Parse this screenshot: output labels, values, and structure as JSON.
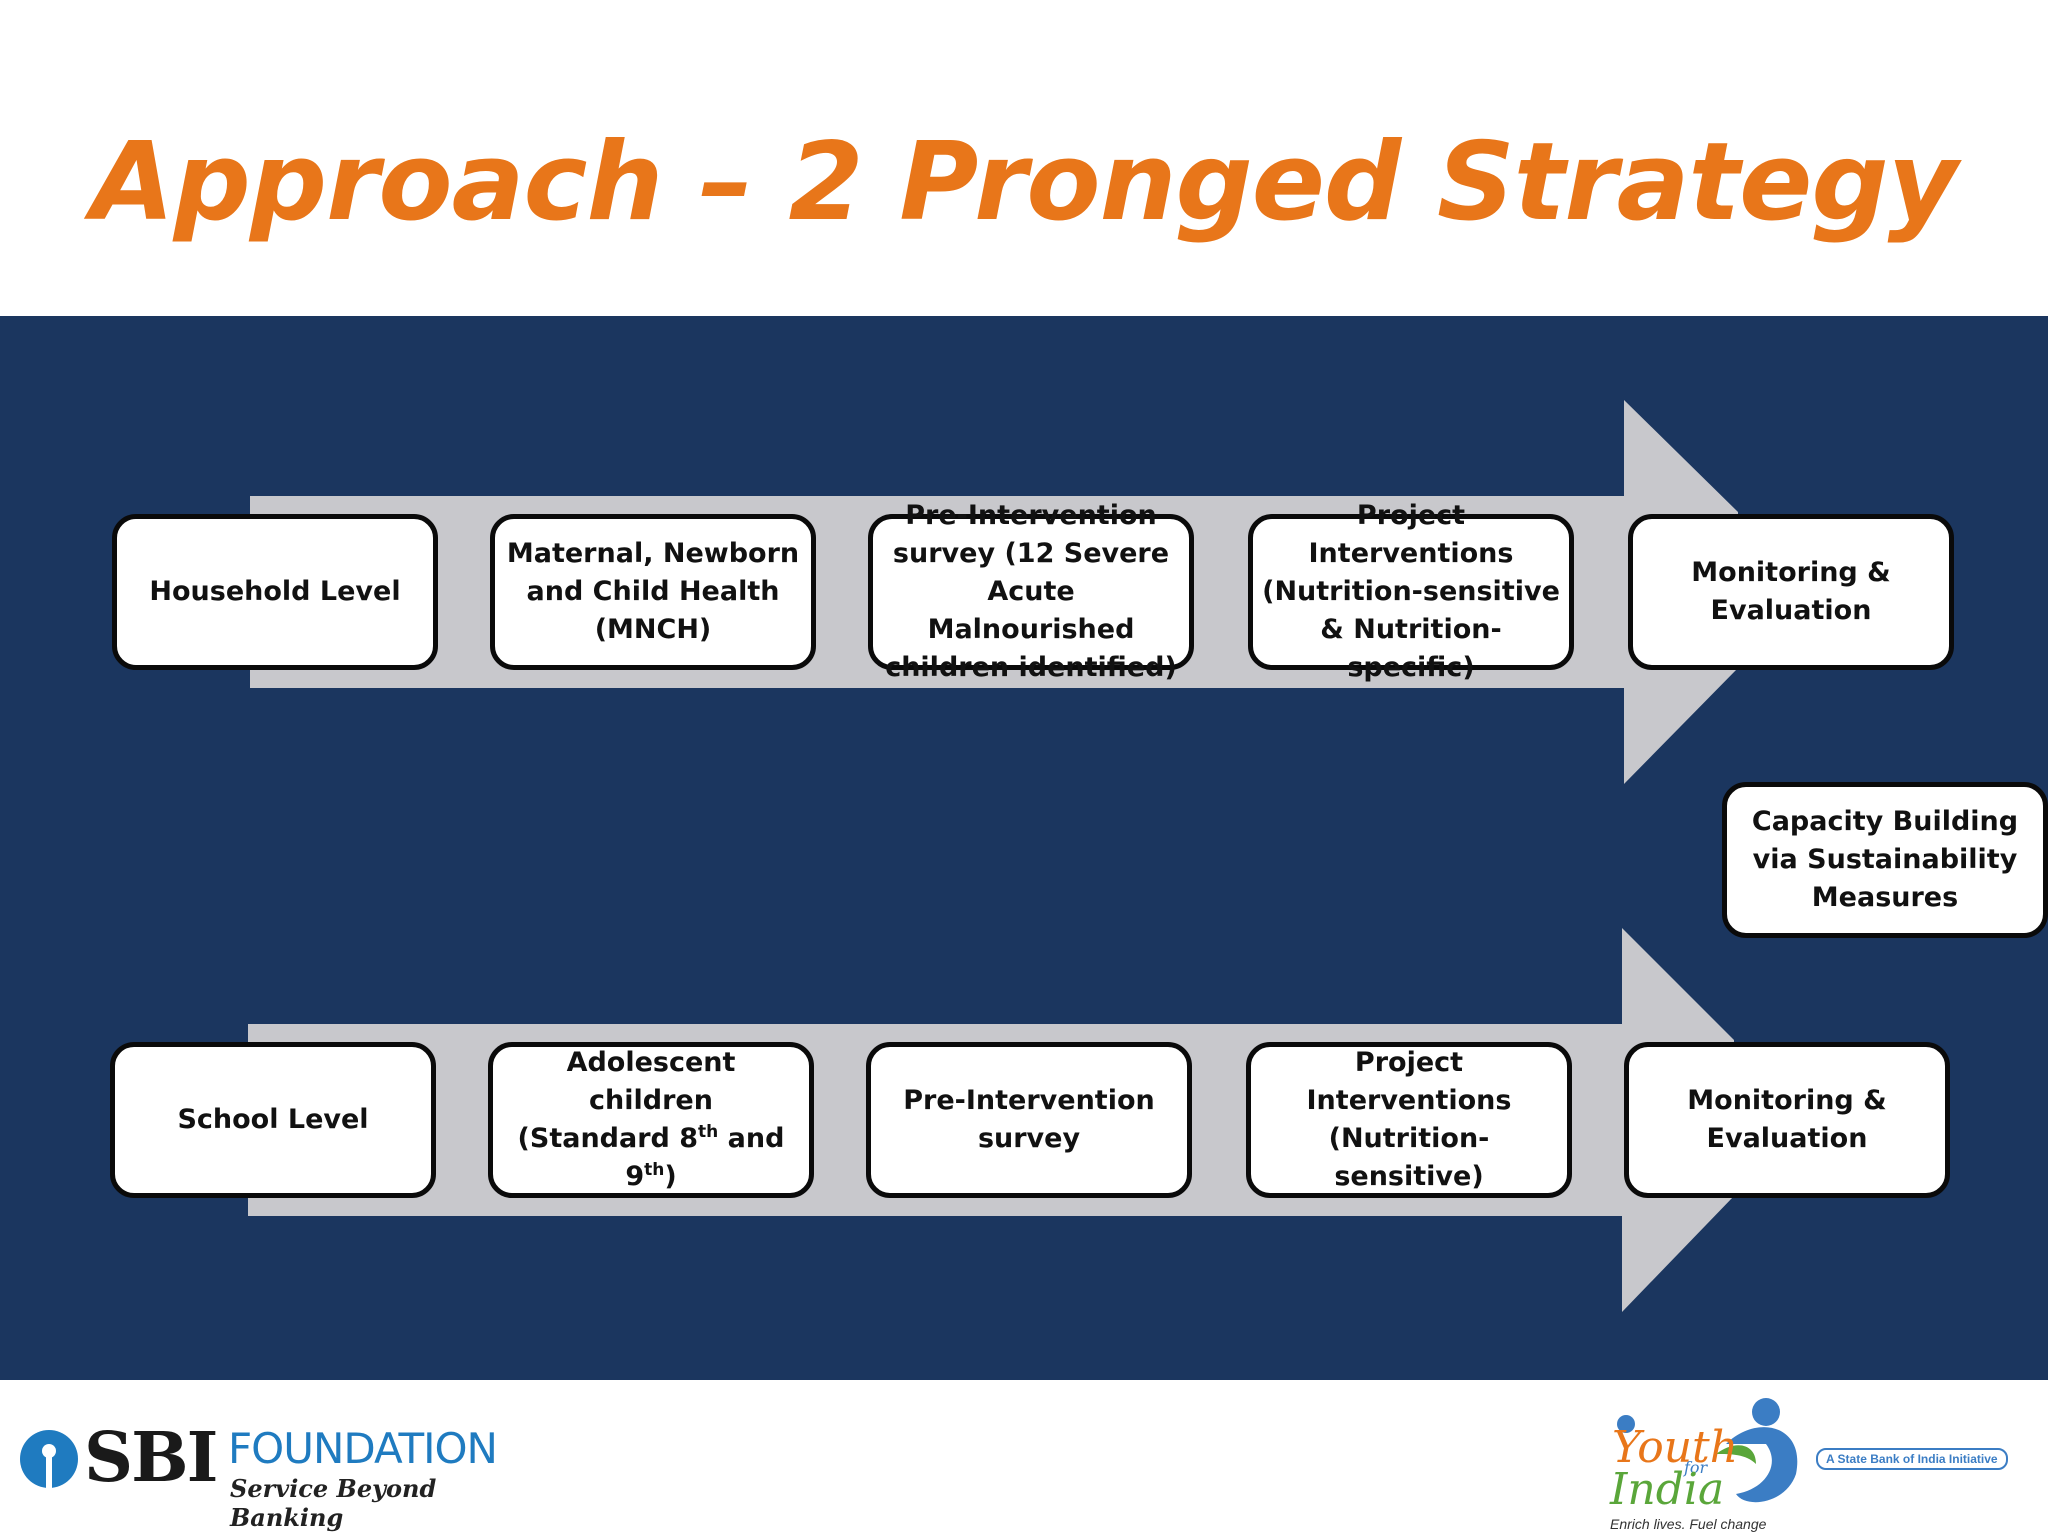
{
  "title": "Approach – 2 Pronged Strategy",
  "rows": [
    {
      "boxes": [
        {
          "lines": [
            "Household Level"
          ]
        },
        {
          "lines": [
            "Maternal, Newborn",
            "and Child Health",
            "(MNCH)"
          ]
        },
        {
          "lines": [
            "Pre-Intervention",
            "survey (12 Severe",
            "Acute Malnourished",
            "children identified)"
          ]
        },
        {
          "lines": [
            "Project",
            "Interventions",
            "(Nutrition-sensitive",
            "& Nutrition-specific)"
          ]
        },
        {
          "lines": [
            "Monitoring &",
            "Evaluation"
          ]
        }
      ]
    },
    {
      "boxes": [
        {
          "lines": [
            "School Level"
          ]
        },
        {
          "lines": [
            "Adolescent children",
            "(Standard 8",
            "th",
            " and",
            "9",
            "th",
            ")"
          ]
        },
        {
          "lines": [
            "Pre-Intervention",
            "survey"
          ]
        },
        {
          "lines": [
            "Project",
            "Interventions",
            "(Nutrition-sensitive)"
          ]
        },
        {
          "lines": [
            "Monitoring &",
            "Evaluation"
          ]
        }
      ]
    }
  ],
  "capacity_box": {
    "lines": [
      "Capacity Building",
      "via Sustainability",
      "Measures"
    ]
  },
  "colors": {
    "title": "#e8761a",
    "panel": "#1b365f",
    "arrow": "#c8c8cc",
    "box_border": "#0a0a0a"
  },
  "footer": {
    "sbi_word": "SBI",
    "sbi_foundation": "FOUNDATION",
    "sbi_tagline": "Service Beyond Banking",
    "yfi_youth": "Youth",
    "yfi_for": "for",
    "yfi_india": "India",
    "yfi_tagline": "Enrich lives. Fuel change",
    "yfi_badge": "A State Bank of India Initiative"
  }
}
